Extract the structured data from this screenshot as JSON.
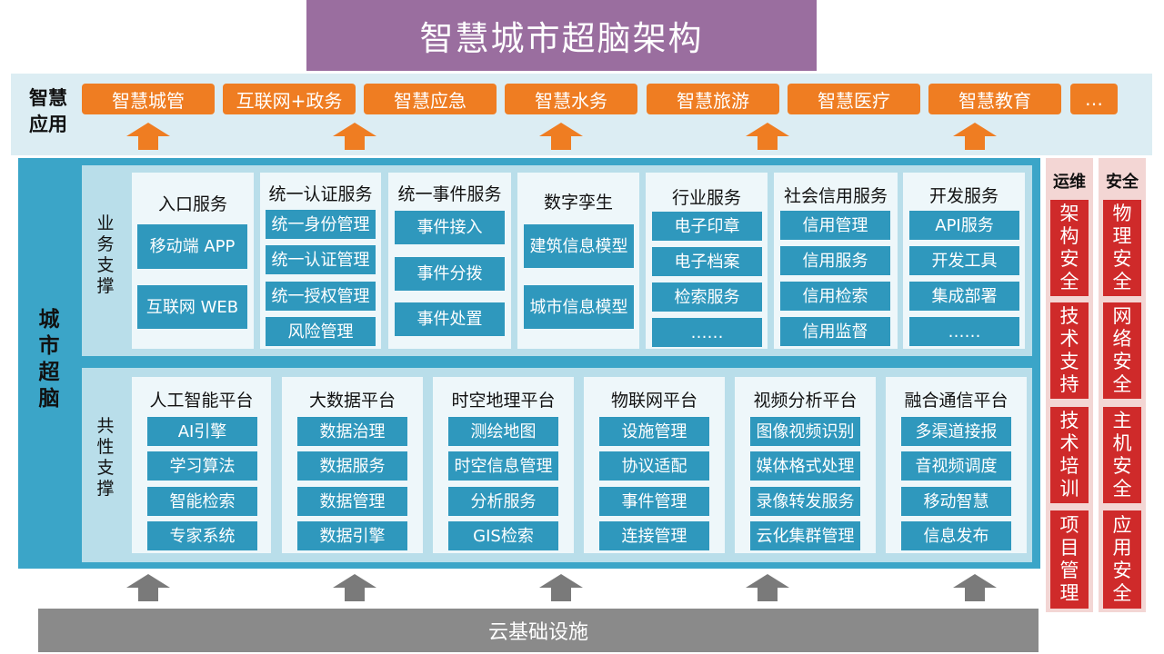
{
  "title": "智慧城市超脑架构",
  "apps_label": "智慧应用",
  "apps": [
    "智慧城管",
    "互联网+政务",
    "智慧应急",
    "智慧水务",
    "智慧旅游",
    "智慧医疗",
    "智慧教育",
    "…"
  ],
  "brain_label": "城市超脑",
  "business": {
    "label": "业务支撑",
    "panels": [
      {
        "title": "入口服务",
        "items": [
          "移动端 APP",
          "互联网 WEB"
        ]
      },
      {
        "title": "统一认证服务",
        "items": [
          "统一身份管理",
          "统一认证管理",
          "统一授权管理",
          "风险管理"
        ]
      },
      {
        "title": "统一事件服务",
        "items": [
          "事件接入",
          "事件分拨",
          "事件处置"
        ]
      },
      {
        "title": "数字孪生",
        "items": [
          "建筑信息模型",
          "城市信息模型"
        ]
      },
      {
        "title": "行业服务",
        "items": [
          "电子印章",
          "电子档案",
          "检索服务",
          "……"
        ]
      },
      {
        "title": "社会信用服务",
        "items": [
          "信用管理",
          "信用服务",
          "信用检索",
          "信用监督"
        ]
      },
      {
        "title": "开发服务",
        "items": [
          "API服务",
          "开发工具",
          "集成部署",
          "……"
        ]
      }
    ]
  },
  "common": {
    "label": "共性支撑",
    "panels": [
      {
        "title": "人工智能平台",
        "items": [
          "AI引擎",
          "学习算法",
          "智能检索",
          "专家系统"
        ]
      },
      {
        "title": "大数据平台",
        "items": [
          "数据治理",
          "数据服务",
          "数据管理",
          "数据引擎"
        ]
      },
      {
        "title": "时空地理平台",
        "items": [
          "测绘地图",
          "时空信息管理",
          "分析服务",
          "GIS检索"
        ]
      },
      {
        "title": "物联网平台",
        "items": [
          "设施管理",
          "协议适配",
          "事件管理",
          "连接管理"
        ]
      },
      {
        "title": "视频分析平台",
        "items": [
          "图像视频识别",
          "媒体格式处理",
          "录像转发服务",
          "云化集群管理"
        ]
      },
      {
        "title": "融合通信平台",
        "items": [
          "多渠道接报",
          "音视频调度",
          "移动智慧",
          "信息发布"
        ]
      }
    ]
  },
  "ops": {
    "label": "运维",
    "items": [
      "架构安全",
      "技术支持",
      "技术培训",
      "项目管理"
    ]
  },
  "security": {
    "label": "安全",
    "items": [
      "物理安全",
      "网络安全",
      "主机安全",
      "应用安全"
    ]
  },
  "cloud": "云基础设施",
  "colors": {
    "title_bg": "#9a6e9f",
    "app": "#ef7d22",
    "brain": "#3ba5c8",
    "item": "#2f98bd",
    "side": "#cf2a2a",
    "cloud": "#8a8a8a"
  }
}
